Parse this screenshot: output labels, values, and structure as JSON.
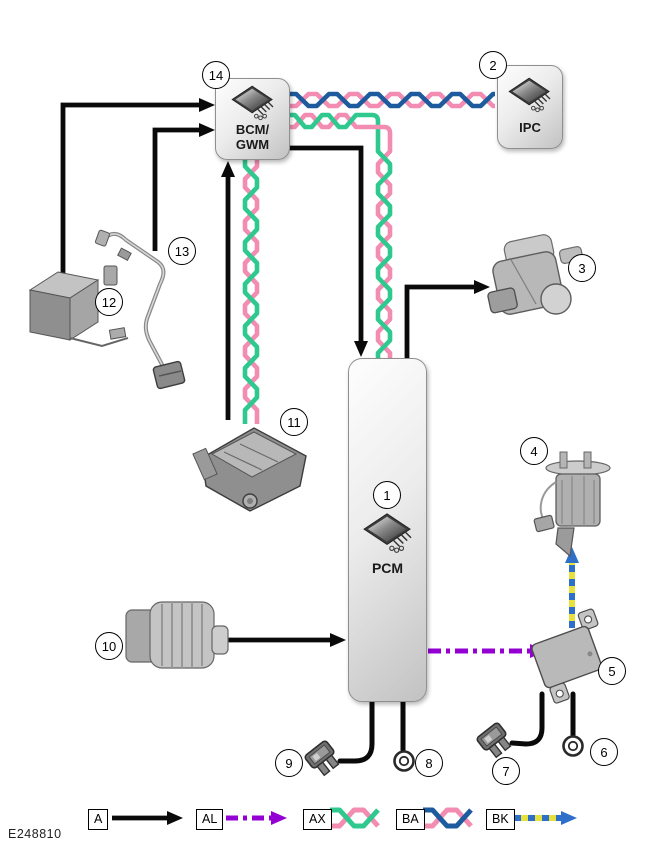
{
  "figure_id": "E248810",
  "modules": {
    "bcm": {
      "label_line1": "BCM/",
      "label_line2": "GWM"
    },
    "ipc": {
      "label": "IPC"
    },
    "pcm": {
      "label": "PCM"
    }
  },
  "callouts": [
    "1",
    "2",
    "3",
    "4",
    "5",
    "6",
    "7",
    "8",
    "9",
    "10",
    "11",
    "12",
    "13",
    "14"
  ],
  "legend": {
    "items": [
      {
        "code": "A",
        "style": "solid-arrow",
        "color": "#0a0a0a"
      },
      {
        "code": "AL",
        "style": "dash-dot-arrow",
        "color": "#9400d3"
      },
      {
        "code": "AX",
        "style": "twisted-pair",
        "colors": [
          "#2fc98f",
          "#f28cb1"
        ]
      },
      {
        "code": "BA",
        "style": "twisted-pair",
        "colors": [
          "#1e5b9e",
          "#f28cb1"
        ]
      },
      {
        "code": "BK",
        "style": "dashed-arrow",
        "colors": [
          "#e6e13c",
          "#2e6fc9"
        ]
      }
    ]
  },
  "colors": {
    "black": "#0a0a0a",
    "purple": "#9400d3",
    "green": "#2fc98f",
    "pink": "#f28cb1",
    "blue": "#1e5b9e",
    "yellow": "#e6e13c",
    "bkblue": "#2e6fc9"
  }
}
